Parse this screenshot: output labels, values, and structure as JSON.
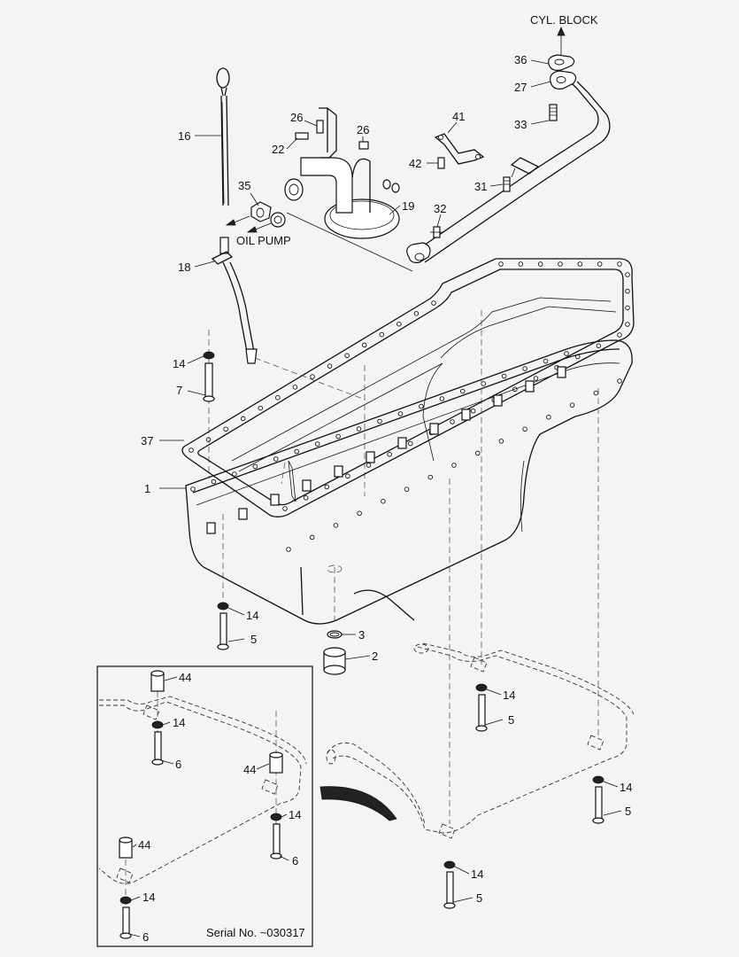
{
  "labels": {
    "cyl_block": "CYL. BLOCK",
    "oil_pump": "OIL PUMP",
    "serial": "Serial No. ~030317"
  },
  "callouts": {
    "p36": "36",
    "p27": "27",
    "p33": "33",
    "p41": "41",
    "p42": "42",
    "p31": "31",
    "p32": "32",
    "p16": "16",
    "p26a": "26",
    "p26b": "26",
    "p22": "22",
    "p35": "35",
    "p19": "19",
    "p18": "18",
    "p14a": "14",
    "p7": "7",
    "p37": "37",
    "p1": "1",
    "p14b": "14",
    "p5a": "5",
    "p3": "3",
    "p2": "2",
    "p14c": "14",
    "p5b": "5",
    "p14d": "14",
    "p5c": "5",
    "p14e": "14",
    "p5d": "5",
    "i44a": "44",
    "i14a": "14",
    "i6a": "6",
    "i44b": "44",
    "i14b": "14",
    "i6b": "6",
    "i44c": "44",
    "i14c": "14",
    "i6c": "6"
  }
}
